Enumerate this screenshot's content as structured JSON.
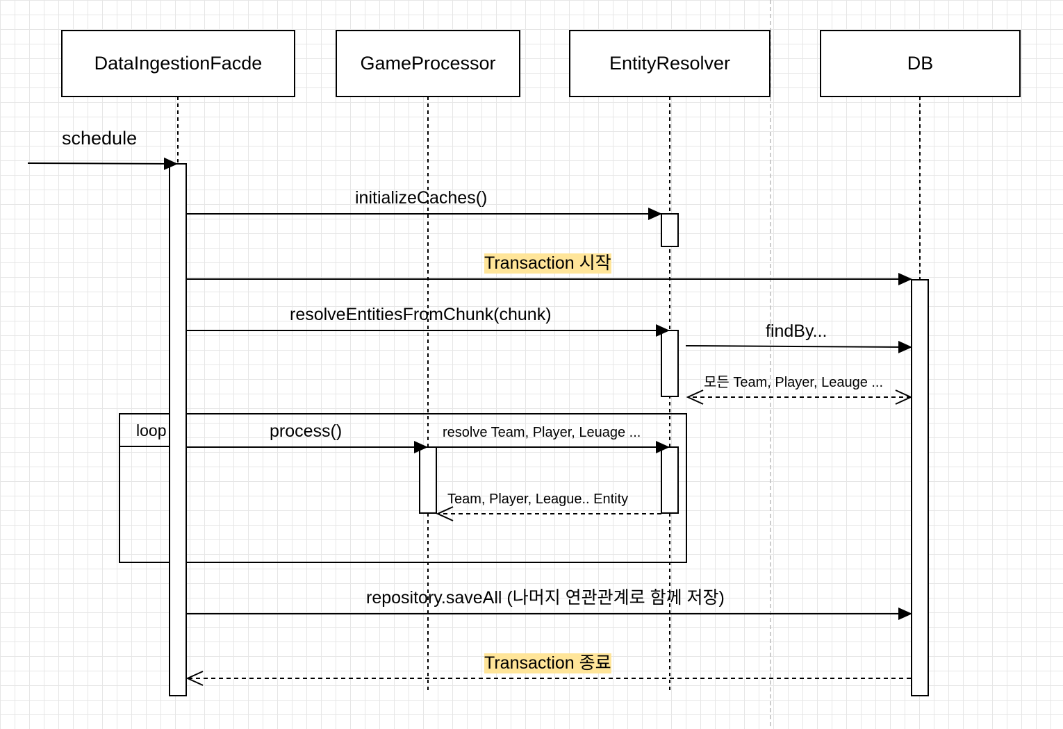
{
  "participants": [
    {
      "id": "facade",
      "label": "DataIngestionFacde"
    },
    {
      "id": "game",
      "label": "GameProcessor"
    },
    {
      "id": "resolver",
      "label": "EntityResolver"
    },
    {
      "id": "db",
      "label": "DB"
    }
  ],
  "messages": {
    "schedule": "schedule",
    "initialize_caches": "initializeCaches()",
    "transaction_start": "Transaction 시작",
    "resolve_entities": "resolveEntitiesFromChunk(chunk)",
    "find_by": "findBy...",
    "all_entities_return": "모든 Team, Player, Leauge ...",
    "process": "process()",
    "resolve_team_player": "resolve Team, Player, Leuage ...",
    "entity_return": "Team, Player, League.. Entity",
    "save_all": "repository.saveAll (나머지 연관관계로 함께 저장)",
    "transaction_end": "Transaction 종료"
  },
  "fragment": {
    "operator": "loop"
  },
  "colors": {
    "highlight": "#ffe599",
    "line": "#000000",
    "grid": "#e6e6e6"
  }
}
